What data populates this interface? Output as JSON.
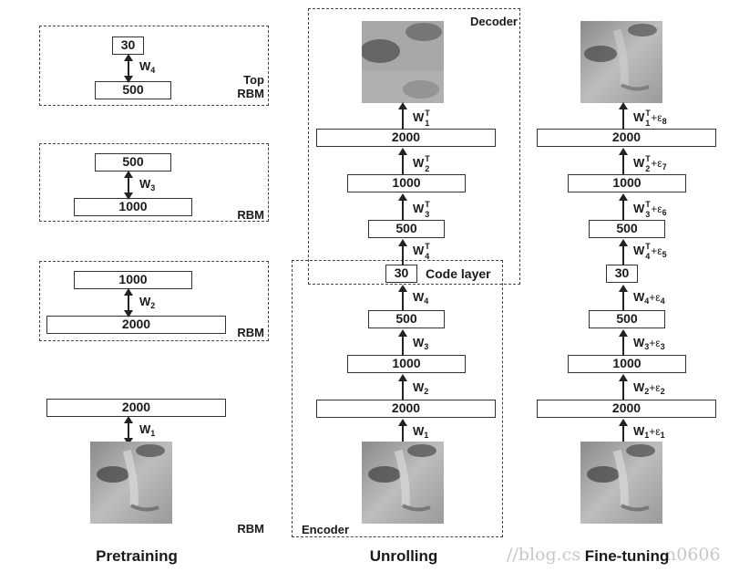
{
  "columns": {
    "pretraining": {
      "title": "Pretraining",
      "rbms": [
        {
          "name": "Top RBM",
          "tag_lines": [
            "Top",
            "RBM"
          ],
          "upper": "30",
          "lower": "500",
          "weight": "W",
          "weight_sub": "4"
        },
        {
          "name": "RBM",
          "tag_lines": [
            "RBM"
          ],
          "upper": "500",
          "lower": "1000",
          "weight": "W",
          "weight_sub": "3"
        },
        {
          "name": "RBM",
          "tag_lines": [
            "RBM"
          ],
          "upper": "1000",
          "lower": "2000",
          "weight": "W",
          "weight_sub": "2"
        },
        {
          "name": "RBM",
          "tag_lines": [
            "RBM"
          ],
          "upper": "2000",
          "lower": "image",
          "weight": "W",
          "weight_sub": "1"
        }
      ],
      "bottom_rbm_tag": "RBM"
    },
    "unrolling": {
      "title": "Unrolling",
      "decoder_label": "Decoder",
      "encoder_label": "Encoder",
      "code_layer_label": "Code layer",
      "layers": [
        "2000",
        "1000",
        "500",
        "30",
        "500",
        "1000",
        "2000"
      ],
      "decoder_weights": [
        {
          "w": "W",
          "sup": "T",
          "sub": "1"
        },
        {
          "w": "W",
          "sup": "T",
          "sub": "2"
        },
        {
          "w": "W",
          "sup": "T",
          "sub": "3"
        },
        {
          "w": "W",
          "sup": "T",
          "sub": "4"
        }
      ],
      "encoder_weights": [
        {
          "w": "W",
          "sub": "4"
        },
        {
          "w": "W",
          "sub": "3"
        },
        {
          "w": "W",
          "sub": "2"
        },
        {
          "w": "W",
          "sub": "1"
        }
      ]
    },
    "finetuning": {
      "title": "Fine-tuning",
      "layers": [
        "2000",
        "1000",
        "500",
        "30",
        "500",
        "1000",
        "2000"
      ],
      "decoder_weights": [
        {
          "w": "W",
          "sup": "T",
          "sub": "1",
          "eps": "+ε",
          "eps_sub": "8"
        },
        {
          "w": "W",
          "sup": "T",
          "sub": "2",
          "eps": "+ε",
          "eps_sub": "7"
        },
        {
          "w": "W",
          "sup": "T",
          "sub": "3",
          "eps": "+ε",
          "eps_sub": "6"
        },
        {
          "w": "W",
          "sup": "T",
          "sub": "4",
          "eps": "+ε",
          "eps_sub": "5"
        }
      ],
      "encoder_weights": [
        {
          "w": "W",
          "sub": "4",
          "eps": "+ε",
          "eps_sub": "4"
        },
        {
          "w": "W",
          "sub": "3",
          "eps": "+ε",
          "eps_sub": "3"
        },
        {
          "w": "W",
          "sub": "2",
          "eps": "+ε",
          "eps_sub": "2"
        },
        {
          "w": "W",
          "sub": "1",
          "eps": "+ε",
          "eps_sub": "1"
        }
      ]
    }
  },
  "watermark": {
    "left": "//blog.cs",
    "right": "n0606"
  }
}
